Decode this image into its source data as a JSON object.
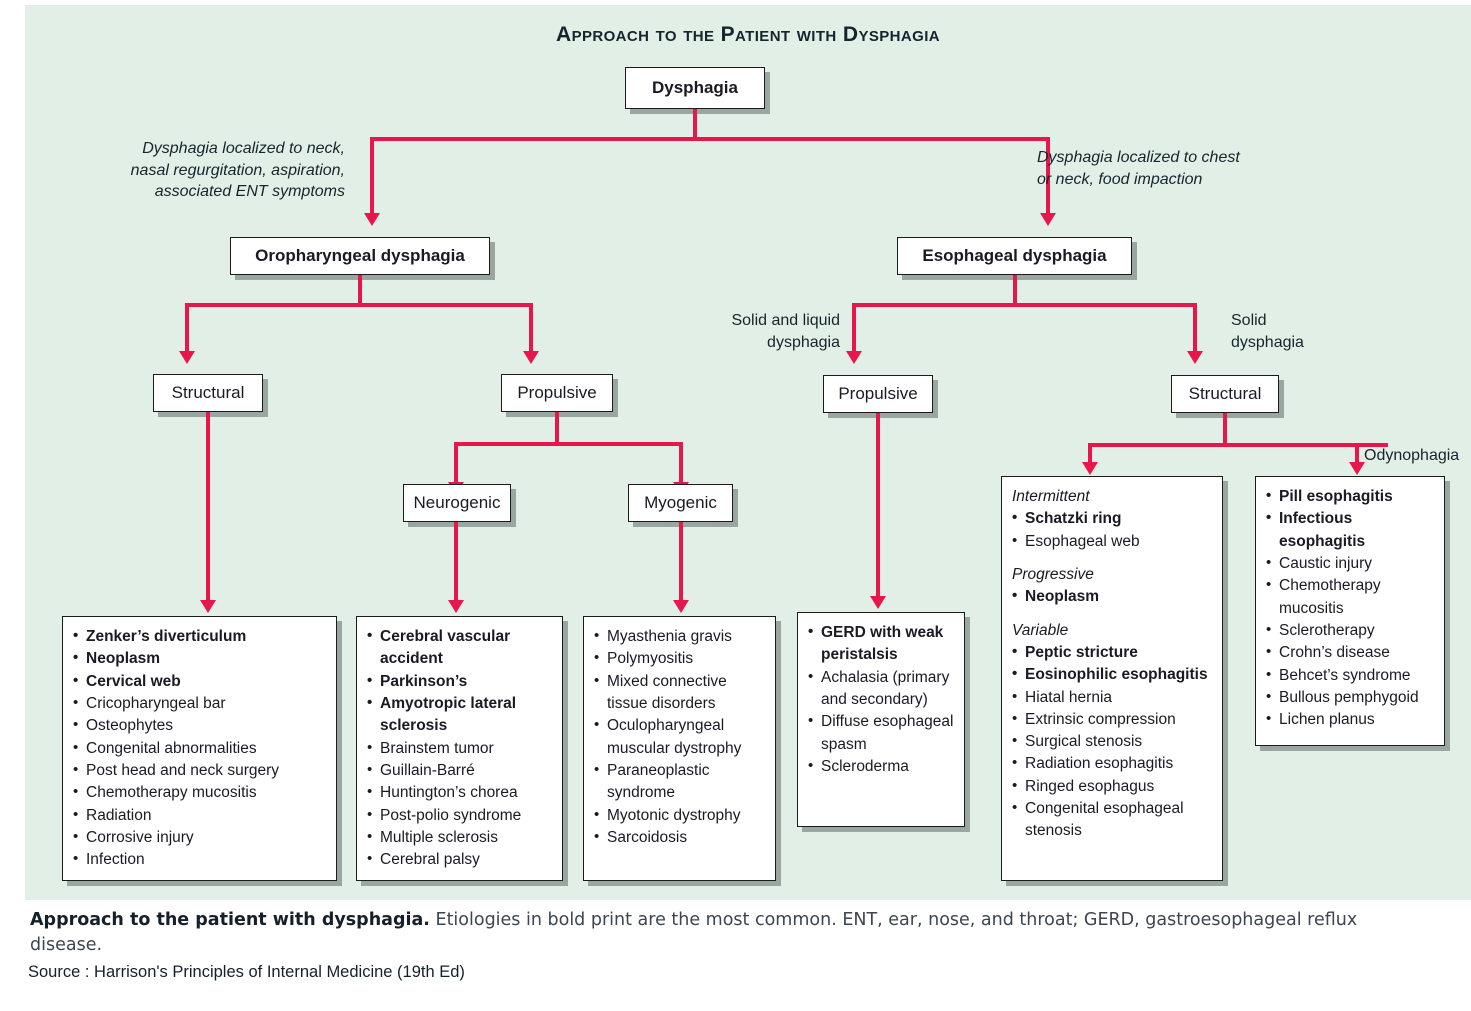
{
  "title": "Approach to the Patient with Dysphagia",
  "colors": {
    "panel_bg": "#e2efe6",
    "arrow": "#e8174b",
    "box_border": "#1b1b1b",
    "box_shadow": "#9aa6a0"
  },
  "nodes": {
    "root": "Dysphagia",
    "oropharyngeal": "Oropharyngeal dysphagia",
    "esophageal": "Esophageal dysphagia",
    "oro_structural": "Structural",
    "oro_propulsive": "Propulsive",
    "neurogenic": "Neurogenic",
    "myogenic": "Myogenic",
    "eso_propulsive": "Propulsive",
    "eso_structural": "Structural"
  },
  "edge_labels": {
    "to_oropharyngeal": "Dysphagia localized to neck, nasal regurgitation, aspiration, associated ENT symptoms",
    "to_esophageal": "Dysphagia localized to chest or neck, food impaction",
    "solid_and_liquid": "Solid and liquid dysphagia",
    "solid": "Solid dysphagia",
    "odynophagia": "Odynophagia"
  },
  "lists": {
    "oro_structural": [
      {
        "text": "Zenker’s diverticulum",
        "bold": true
      },
      {
        "text": "Neoplasm",
        "bold": true
      },
      {
        "text": "Cervical web",
        "bold": true
      },
      {
        "text": "Cricopharyngeal bar",
        "bold": false
      },
      {
        "text": "Osteophytes",
        "bold": false
      },
      {
        "text": "Congenital abnormalities",
        "bold": false
      },
      {
        "text": "Post head and neck surgery",
        "bold": false
      },
      {
        "text": "Chemotherapy mucositis",
        "bold": false
      },
      {
        "text": "Radiation",
        "bold": false
      },
      {
        "text": "Corrosive injury",
        "bold": false
      },
      {
        "text": "Infection",
        "bold": false
      }
    ],
    "neurogenic": [
      {
        "text": "Cerebral vascular accident",
        "bold": true
      },
      {
        "text": "Parkinson’s",
        "bold": true
      },
      {
        "text": "Amyotropic lateral sclerosis",
        "bold": true
      },
      {
        "text": "Brainstem tumor",
        "bold": false
      },
      {
        "text": "Guillain-Barré",
        "bold": false
      },
      {
        "text": "Huntington’s chorea",
        "bold": false
      },
      {
        "text": "Post-polio syndrome",
        "bold": false
      },
      {
        "text": "Multiple sclerosis",
        "bold": false
      },
      {
        "text": "Cerebral palsy",
        "bold": false
      }
    ],
    "myogenic": [
      {
        "text": "Myasthenia gravis",
        "bold": false
      },
      {
        "text": "Polymyositis",
        "bold": false
      },
      {
        "text": "Mixed connective tissue disorders",
        "bold": false
      },
      {
        "text": "Oculopharyngeal muscular dystrophy",
        "bold": false
      },
      {
        "text": "Paraneoplastic syndrome",
        "bold": false
      },
      {
        "text": "Myotonic dystrophy",
        "bold": false
      },
      {
        "text": "Sarcoidosis",
        "bold": false
      }
    ],
    "eso_propulsive": [
      {
        "text": "GERD with weak peristalsis",
        "bold": true
      },
      {
        "text": "Achalasia (primary and secondary)",
        "bold": false
      },
      {
        "text": "Diffuse esophageal spasm",
        "bold": false
      },
      {
        "text": "Scleroderma",
        "bold": false
      }
    ],
    "eso_structural": [
      {
        "group": "Intermittent"
      },
      {
        "text": "Schatzki ring",
        "bold": true
      },
      {
        "text": "Esophageal web",
        "bold": false
      },
      {
        "group": "Progressive",
        "spaced": true
      },
      {
        "text": "Neoplasm",
        "bold": true
      },
      {
        "group": "Variable",
        "spaced": true
      },
      {
        "text": "Peptic stricture",
        "bold": true
      },
      {
        "text": "Eosinophilic esophagitis",
        "bold": true
      },
      {
        "text": "Hiatal hernia",
        "bold": false
      },
      {
        "text": "Extrinsic compression",
        "bold": false
      },
      {
        "text": "Surgical stenosis",
        "bold": false
      },
      {
        "text": "Radiation esophagitis",
        "bold": false
      },
      {
        "text": "Ringed esophagus",
        "bold": false
      },
      {
        "text": "Congenital esophageal stenosis",
        "bold": false
      }
    ],
    "odynophagia": [
      {
        "text": "Pill esophagitis",
        "bold": true
      },
      {
        "text": "Infectious esophagitis",
        "bold": true
      },
      {
        "text": "Caustic injury",
        "bold": false
      },
      {
        "text": "Chemotherapy mucositis",
        "bold": false
      },
      {
        "text": "Sclerotherapy",
        "bold": false
      },
      {
        "text": "Crohn’s disease",
        "bold": false
      },
      {
        "text": "Behcet’s syndrome",
        "bold": false
      },
      {
        "text": "Bullous pemphygoid",
        "bold": false
      },
      {
        "text": "Lichen planus",
        "bold": false
      }
    ]
  },
  "caption": {
    "lead": "Approach to the patient with dysphagia.",
    "body": " Etiologies in bold print are the most common. ENT, ear, nose, and throat; GERD, gastroesophageal reflux disease.",
    "source": "Source : Harrison's Principles of Internal Medicine (19th Ed)"
  }
}
